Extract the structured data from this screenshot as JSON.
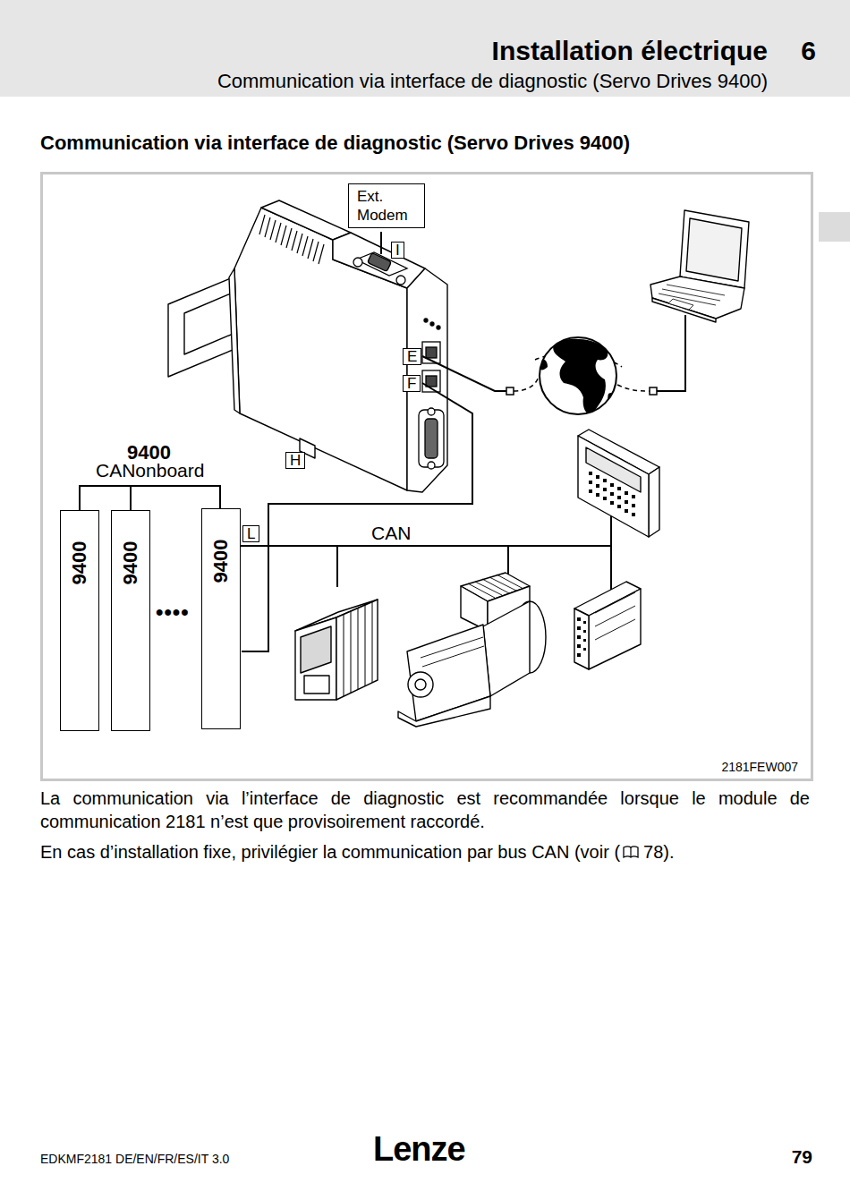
{
  "diagram": {
    "title": "Communication via interface de diagnostic (Servo Drives 9400)",
    "nodes": [
      {
        "text": [
          "Ext. Modem"
        ]
      },
      {
        "text": [
          "9400"
        ]
      },
      {
        "text": [
          "9400"
        ]
      },
      {
        "text": [
          "9400"
        ]
      }
    ],
    "labels": [
      "Installation électrique",
      "6",
      "Communication via interface de diagnostic (Servo Drives 9400)",
      "I",
      "E",
      "F",
      "H",
      "L",
      "9400",
      "CANonboard",
      "CAN",
      "••••",
      "2181FEW007",
      "La communication via l’interface de diagnostic est recommandée lorsque le module de communication 2181 n’est que provisoirement raccordé.",
      "En cas d’installation fixe, privilégier la communication par bus CAN (voir (",
      "78).",
      "EDKMF2181 DE/EN/FR/ES/IT 3.0",
      "Lenze",
      "79"
    ]
  }
}
